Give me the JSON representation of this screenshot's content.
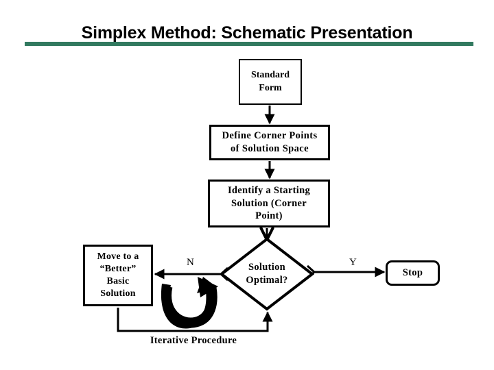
{
  "page": {
    "title": "Simplex Method: Schematic Presentation",
    "accent_color": "#31795f",
    "background_color": "#ffffff",
    "line_color": "#000000"
  },
  "diagram": {
    "type": "flowchart",
    "nodes": [
      {
        "id": "standard-form",
        "shape": "rectangle",
        "label": "Standard\nForm"
      },
      {
        "id": "define-corner",
        "shape": "rectangle",
        "label": "Define Corner Points\nof Solution Space"
      },
      {
        "id": "identify-start",
        "shape": "rectangle",
        "label": "Identify a Starting\nSolution (Corner\nPoint)"
      },
      {
        "id": "move-better",
        "shape": "rectangle",
        "label": "Move to a\n“Better”\nBasic\nSolution"
      },
      {
        "id": "decision",
        "shape": "diamond",
        "label": "Solution\nOptimal?"
      },
      {
        "id": "stop",
        "shape": "rounded-rectangle",
        "label": "Stop"
      }
    ],
    "edges": [
      {
        "from": "standard-form",
        "to": "define-corner",
        "label": ""
      },
      {
        "from": "define-corner",
        "to": "identify-start",
        "label": ""
      },
      {
        "from": "identify-start",
        "to": "decision",
        "label": ""
      },
      {
        "from": "decision",
        "to": "move-better",
        "label": "N"
      },
      {
        "from": "decision",
        "to": "stop",
        "label": "Y"
      },
      {
        "from": "move-better",
        "to": "decision",
        "label": "Iterative Procedure"
      }
    ],
    "labels": {
      "no": "N",
      "yes": "Y",
      "loop": "Iterative Procedure"
    },
    "decorations": [
      {
        "id": "loop-curved-arrow",
        "name": "u-turn-arrow"
      }
    ]
  }
}
